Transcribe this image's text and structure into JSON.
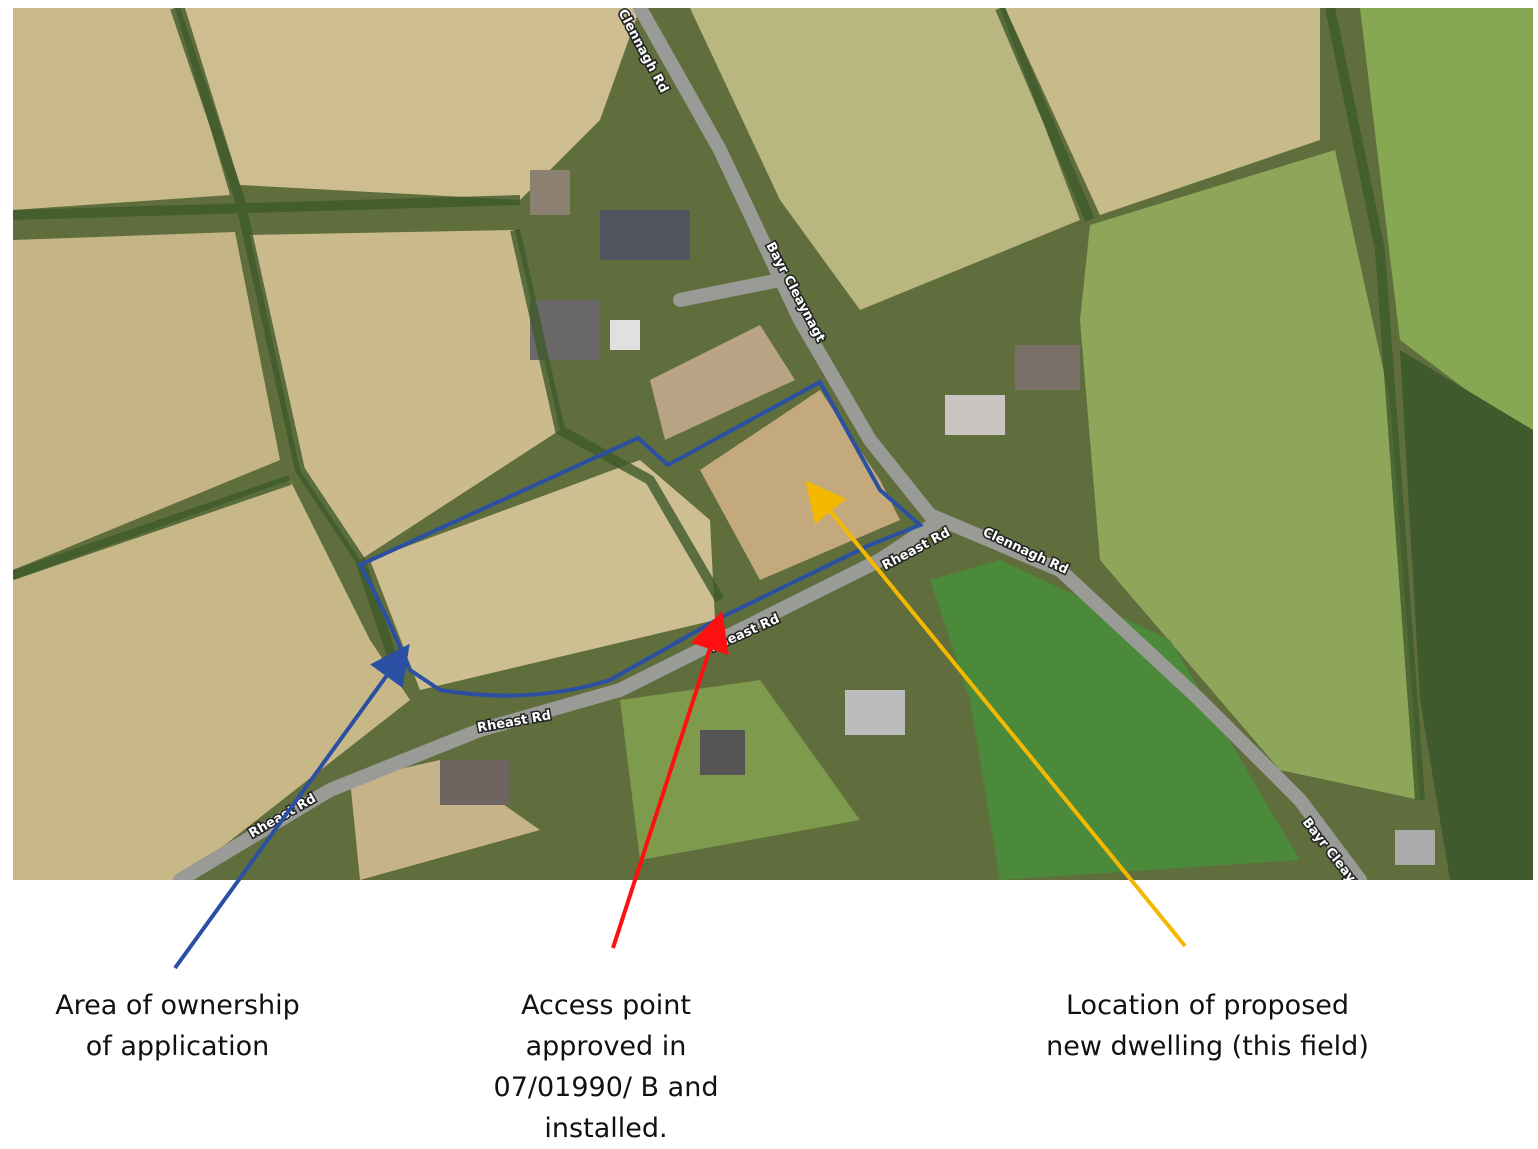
{
  "map": {
    "type": "aerial-photo",
    "road_labels": {
      "top": "Clennagh Rd",
      "bayr_1": "Bayr Cleaynagt",
      "rheast_1": "Rheast Rd",
      "rheast_2": "Rheast Rd",
      "rheast_3": "Rheast Rd",
      "rheast_4": "Rheast Rd",
      "clennagh_2": "Clennagh Rd",
      "bayr_2": "Bayr Cleayn"
    },
    "colors": {
      "ownership_boundary": "#2b4fa3",
      "access_arrow": "#ff1010",
      "dwelling_arrow": "#f5b800"
    }
  },
  "annotations": {
    "ownership": "Area of ownership of application",
    "access": "Access point approved in 07/01990/ B and installed.",
    "dwelling": "Location of proposed new dwelling (this field)"
  }
}
